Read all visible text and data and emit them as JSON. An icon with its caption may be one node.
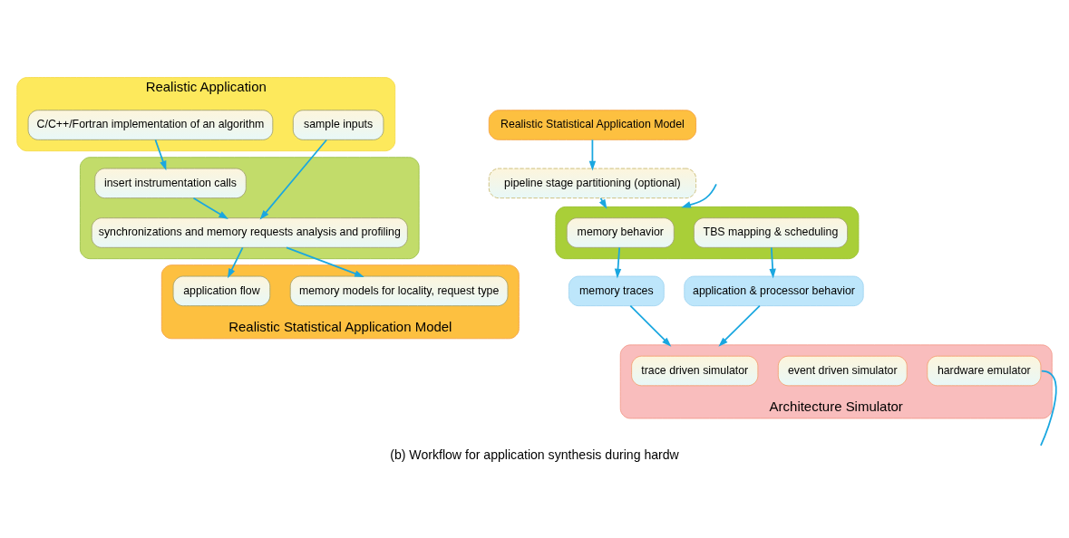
{
  "diagram": {
    "caption": "(b) Workflow for application synthesis during hardw",
    "nodes": [
      {
        "text": [
          "Realistic Application"
        ]
      },
      {
        "text": [
          "C/C++/Fortran implementation of an algorithm"
        ],
        "in": 0
      },
      {
        "text": [
          "sample inputs"
        ],
        "in": 0
      },
      {
        "text": [],
        "shape": "box"
      },
      {
        "text": [
          "insert instrumentation calls"
        ],
        "in": 3
      },
      {
        "text": [
          "synchronizations and memory requests analysis and profiling"
        ],
        "in": 3
      },
      {
        "text": [
          "Realistic Statistical Application Model"
        ]
      },
      {
        "text": [
          "application flow"
        ],
        "in": 6
      },
      {
        "text": [
          "memory models for locality, request type"
        ],
        "in": 6
      },
      {
        "text": [
          "Realistic Statistical Application Model"
        ]
      },
      {
        "text": [
          "pipeline stage partitioning (optional)"
        ]
      },
      {
        "text": [],
        "shape": "box"
      },
      {
        "text": [
          "memory behavior"
        ],
        "in": 11
      },
      {
        "text": [
          "TBS mapping & scheduling"
        ],
        "in": 11
      },
      {
        "text": [
          "memory traces"
        ]
      },
      {
        "text": [
          "application & processor behavior"
        ]
      },
      {
        "text": [
          "Architecture Simulator"
        ]
      },
      {
        "text": [
          "trace driven simulator"
        ],
        "in": 16
      },
      {
        "text": [
          "event driven simulator"
        ],
        "in": 16
      },
      {
        "text": [
          "hardware emulator"
        ],
        "in": 16
      }
    ],
    "edges": [
      {
        "from": 1,
        "to": 4,
        "arrow": "to"
      },
      {
        "from": 2,
        "to": 5,
        "arrow": "to"
      },
      {
        "from": 4,
        "to": 5,
        "arrow": "to"
      },
      {
        "from": 5,
        "to": 7,
        "arrow": "to"
      },
      {
        "from": 5,
        "to": 8,
        "arrow": "to"
      },
      {
        "from": 9,
        "to": 10,
        "arrow": "to"
      },
      {
        "from": 10,
        "to": 11,
        "arrow": "to"
      },
      {
        "from": 12,
        "to": 14,
        "arrow": "to"
      },
      {
        "from": 13,
        "to": 15,
        "arrow": "to"
      },
      {
        "from": 14,
        "to": 16,
        "arrow": "to"
      },
      {
        "from": 15,
        "to": 16,
        "arrow": "to"
      },
      {
        "from": null,
        "to": 11,
        "arrow": "to"
      },
      {
        "from": 19,
        "to": null,
        "arrow": "none"
      }
    ]
  }
}
